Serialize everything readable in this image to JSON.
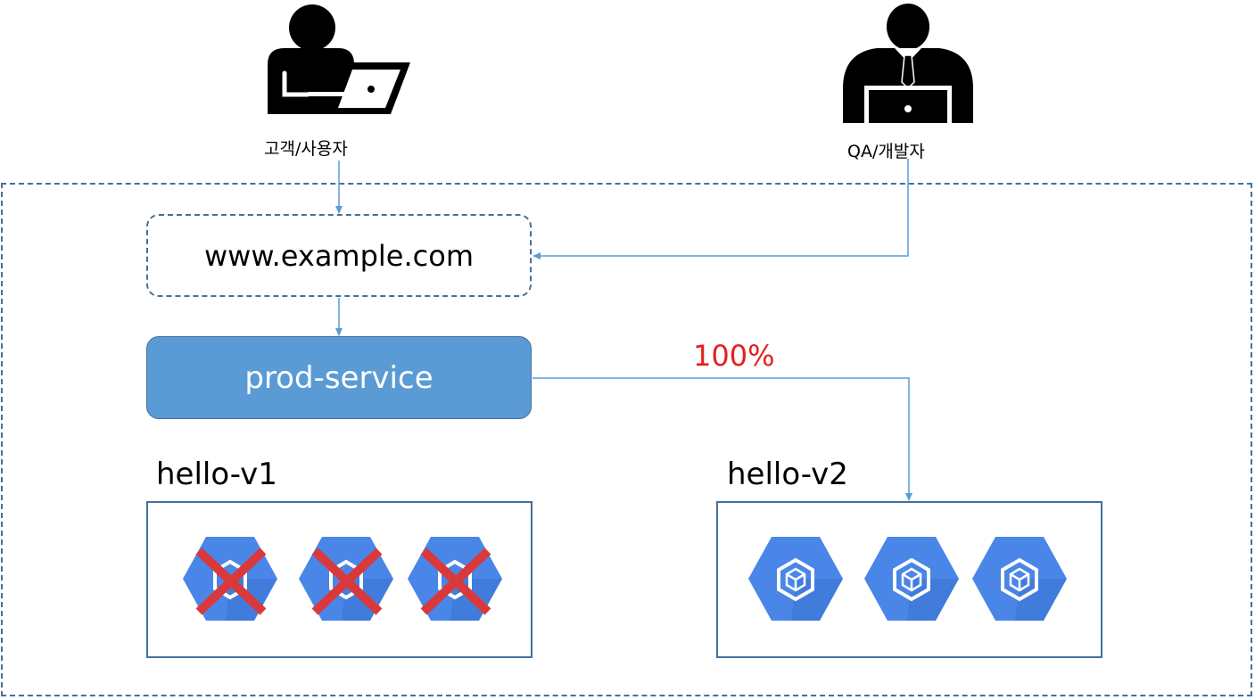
{
  "actors": {
    "customer_label": "고객/사용자",
    "developer_label": "QA/개발자"
  },
  "domain": {
    "label": "www.example.com"
  },
  "service": {
    "label": "prod-service"
  },
  "traffic": {
    "percent": "100%"
  },
  "groups": {
    "v1": {
      "label": "hello-v1",
      "pods": 3,
      "state": "removed"
    },
    "v2": {
      "label": "hello-v2",
      "pods": 3,
      "state": "active"
    }
  },
  "colors": {
    "border": "#41719c",
    "service_fill": "#5b9bd5",
    "arrow": "#5b9bd5",
    "pod_hex": "#4a86e8",
    "cross": "#d9393b",
    "percent_text": "#e51f1f"
  },
  "icons": [
    "customer-icon",
    "developer-icon",
    "kubernetes-pod-icon",
    "cross-mark-icon"
  ]
}
